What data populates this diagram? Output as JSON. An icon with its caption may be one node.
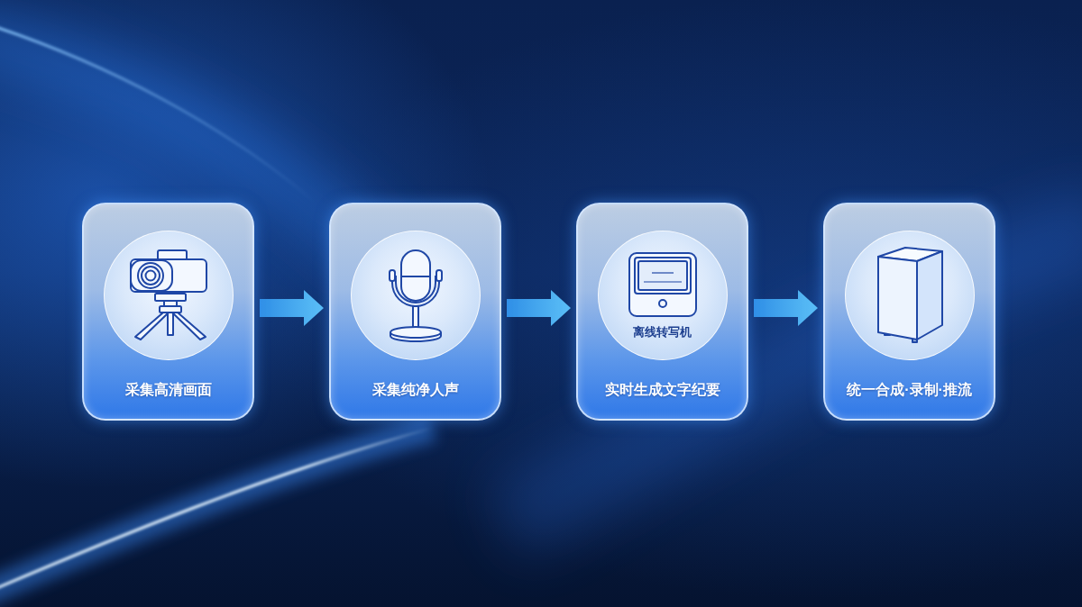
{
  "diagram": {
    "nodes": [
      {
        "text": [
          "采集高清画面"
        ]
      },
      {
        "text": [
          "采集纯净人声"
        ]
      },
      {
        "text": [
          "离线转写机",
          "实时生成文字纪要"
        ]
      },
      {
        "text": [
          "统一合成·录制·推流"
        ]
      }
    ],
    "edges": [
      {
        "from": 0,
        "to": 1,
        "arrow": "to"
      },
      {
        "from": 1,
        "to": 2,
        "arrow": "to"
      },
      {
        "from": 2,
        "to": 3,
        "arrow": "to"
      }
    ]
  }
}
